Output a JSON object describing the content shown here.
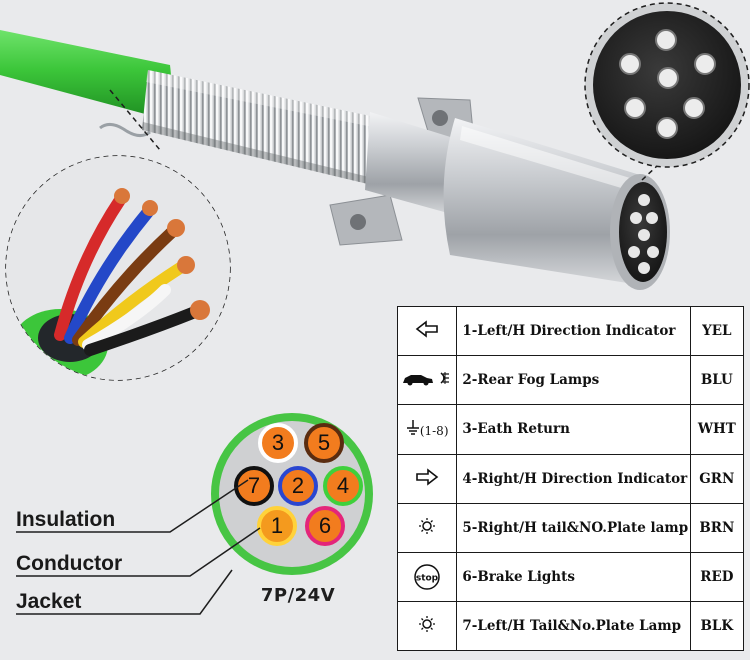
{
  "labels": {
    "insulation": "Insulation",
    "conductor": "Conductor",
    "jacket": "Jacket",
    "rating": "7P/24V"
  },
  "pins": [
    {
      "num": "1",
      "fill": "#f49a1e",
      "ring": "#ffd23a"
    },
    {
      "num": "2",
      "fill": "#f27c1e",
      "ring": "#2a46d0"
    },
    {
      "num": "3",
      "fill": "#f27c1e",
      "ring": "#ffffff"
    },
    {
      "num": "4",
      "fill": "#f27c1e",
      "ring": "#3fd03c"
    },
    {
      "num": "5",
      "fill": "#f27c1e",
      "ring": "#5a2c10"
    },
    {
      "num": "6",
      "fill": "#f27c1e",
      "ring": "#e4257a"
    },
    {
      "num": "7",
      "fill": "#f27c1e",
      "ring": "#111111"
    }
  ],
  "legend": [
    {
      "icon": "arrow-left-icon",
      "desc": "1-Left/H Direction Indicator",
      "code": "YEL"
    },
    {
      "icon": "rear-fog-lamp-icon",
      "desc": "2-Rear Fog Lamps",
      "code": "BLU"
    },
    {
      "icon": "ground-icon",
      "icon_text": "(1-8)",
      "desc": "3-Eath Return",
      "code": "WHT"
    },
    {
      "icon": "arrow-right-icon",
      "desc": "4-Right/H Direction Indicator",
      "code": "GRN"
    },
    {
      "icon": "tail-lamp-icon",
      "desc": "5-Right/H tail&NO.Plate lamp",
      "code": "BRN"
    },
    {
      "icon": "stop-sign-icon",
      "icon_text": "stop",
      "desc": "6-Brake Lights",
      "code": "RED"
    },
    {
      "icon": "tail-lamp-icon",
      "desc": "7-Left/H Tail&No.Plate Lamp",
      "code": "BLK"
    }
  ],
  "colors": {
    "cable_jacket": "#3cc63a",
    "connector_metal": "#b9bcc0",
    "background": "#e9eaec"
  }
}
